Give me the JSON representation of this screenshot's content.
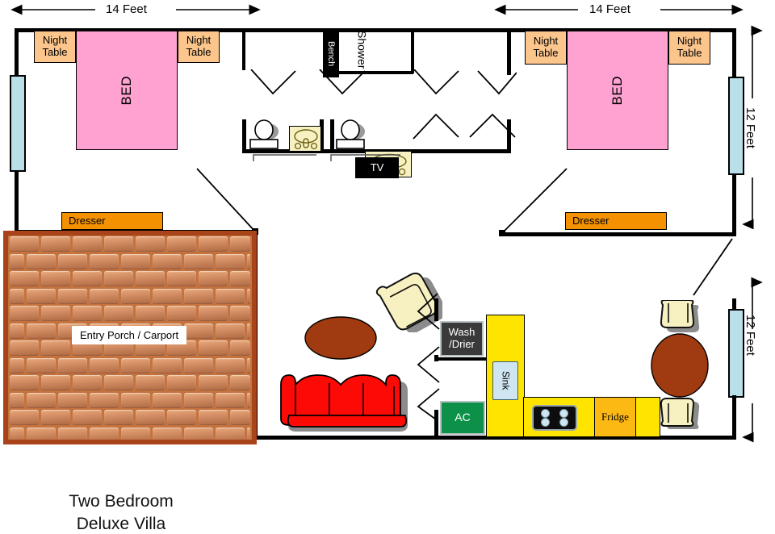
{
  "plan": {
    "title_line1": "Two Bedroom",
    "title_line2": "Deluxe Villa",
    "dimensions": {
      "top_left": "14  Feet",
      "top_right": "14  Feet",
      "right_upper": "12  Feet",
      "right_lower": "12  Feet"
    },
    "colors": {
      "wall": "#000000",
      "window": "#b9dfe8",
      "bed": "#ffa2d2",
      "night_table": "#fbc58c",
      "dresser": "#f39100",
      "counter": "#ffe400",
      "fridge": "#fcb813",
      "ac": "#0d9148",
      "washer": "#3a3a3a",
      "sofa": "#fb0a06",
      "table": "#a03a10",
      "brick": "#c4733f",
      "chair": "#f7f0c0"
    },
    "bedroom_left": {
      "night_table_1": "Night\nTable",
      "night_table_left_label_l1": "Night",
      "night_table_left_label_l2": "Table",
      "bed_label": "BED",
      "dresser_label": "Dresser"
    },
    "bedroom_right": {
      "night_table_label_l1": "Night",
      "night_table_label_l2": "Table",
      "bed_label": "BED",
      "dresser_label": "Dresser"
    },
    "bathroom": {
      "shower_label": "Shower",
      "bench_label": "Bench",
      "tv_label": "TV"
    },
    "kitchen": {
      "sink_label": "Sink",
      "fridge_label": "Fridge",
      "stove_burners": 4
    },
    "utility": {
      "washer_label_l1": "Wash",
      "washer_label_l2": "/Drier",
      "ac_label": "AC"
    },
    "porch": {
      "label": "Entry Porch / Carport",
      "brick_rows": 12
    },
    "furniture": [
      {
        "name": "sofa",
        "color": "#fb0a06"
      },
      {
        "name": "coffee-table",
        "color": "#a03a10"
      },
      {
        "name": "armchair",
        "color": "#f7f0c0"
      },
      {
        "name": "dining-table",
        "color": "#a03a10"
      },
      {
        "name": "dining-chair-top",
        "color": "#f7f0c0"
      },
      {
        "name": "dining-chair-bottom",
        "color": "#f7f0c0"
      }
    ]
  }
}
